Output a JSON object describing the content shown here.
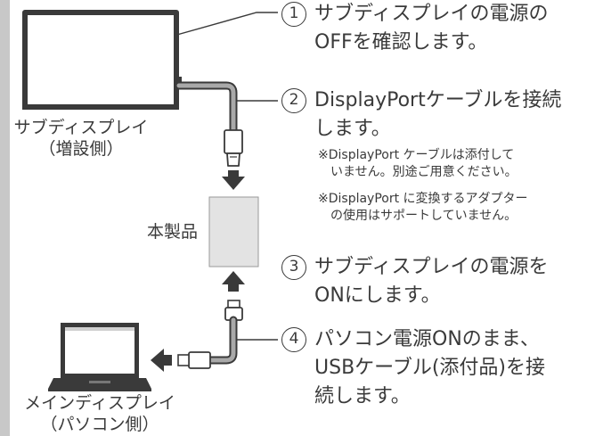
{
  "labels": {
    "sub_display": "サブディスプレイ",
    "sub_display_side": "（増設側）",
    "product": "本製品",
    "main_display": "メインディスプレイ",
    "main_display_side": "（パソコン側）"
  },
  "steps": [
    {
      "num": "1",
      "lines": [
        "サブディスプレイの電源の",
        "OFFを確認します。"
      ]
    },
    {
      "num": "2",
      "lines": [
        "DisplayPortケーブルを接続",
        "します。"
      ]
    },
    {
      "num": "3",
      "lines": [
        "サブディスプレイの電源を",
        "ONにします。"
      ]
    },
    {
      "num": "4",
      "lines": [
        "パソコン電源ONのまま、",
        "USBケーブル(添付品)を接",
        "続します。"
      ]
    }
  ],
  "notes": [
    {
      "lines": [
        "※DisplayPort ケーブルは添付して",
        "いません。別途ご用意ください。"
      ]
    },
    {
      "lines": [
        "※DisplayPort に変換するアダプター",
        "の使用はサポートしていません。"
      ]
    }
  ],
  "icons": [
    "monitor-icon",
    "laptop-icon",
    "device-box-icon",
    "displayport-connector-icon",
    "usb-connector-icon",
    "arrow-down-icon",
    "arrow-up-icon",
    "arrow-left-icon"
  ],
  "colors": {
    "stroke": "#3a3a3a",
    "cable": "#a9a9a9",
    "device": "#e3e3e3",
    "screen": "#ffffff",
    "side_band": "#c8c8c8"
  }
}
